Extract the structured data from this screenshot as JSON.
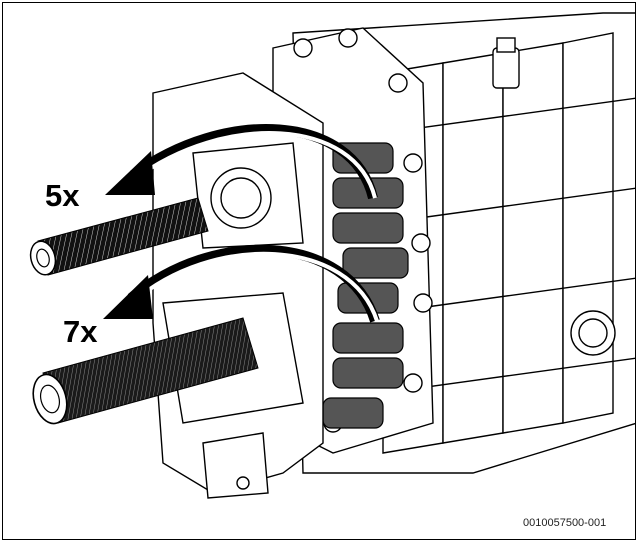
{
  "figure": {
    "labels": {
      "upper_count": "5x",
      "lower_count": "7x"
    },
    "document_code": "0010057500-001",
    "colors": {
      "ink": "#000000",
      "baffle_fill": "#4a4a4a",
      "background": "#ffffff"
    },
    "icons": [
      "curved-arrow-icon",
      "turbulator-rod-icon"
    ]
  }
}
